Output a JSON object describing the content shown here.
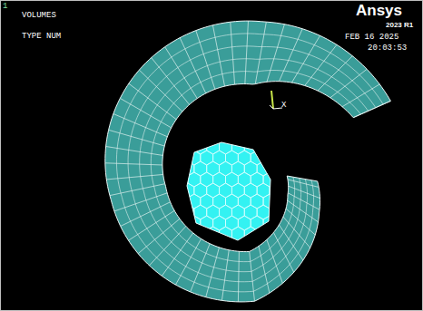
{
  "diagram": {
    "labels": [
      "1",
      "VOLUMES",
      "TYPE NUM",
      "Ansys",
      "2023 R1",
      "FEB 16 2025",
      "20:03:53",
      "X"
    ]
  }
}
